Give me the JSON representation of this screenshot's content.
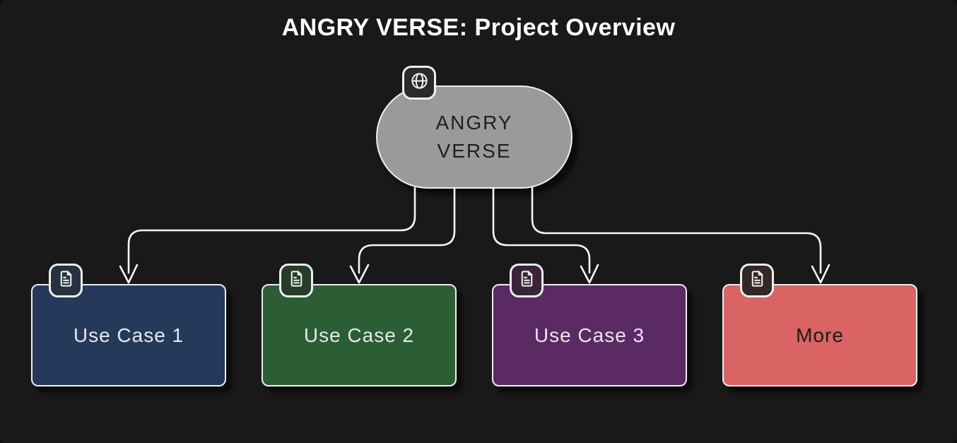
{
  "title": "ANGRY VERSE: Project Overview",
  "root": {
    "label_line1": "ANGRY",
    "label_line2": "VERSE",
    "icon": "globe-icon",
    "fill": "#9a9a9a",
    "text_color": "#1f1f1f",
    "badge_fill": "#2a2a2a"
  },
  "children": [
    {
      "label": "Use Case 1",
      "icon": "file-text-icon",
      "fill": "#253a5b",
      "badge_fill": "#273140",
      "text_color": "#e9e7ea"
    },
    {
      "label": "Use Case 2",
      "icon": "file-text-icon",
      "fill": "#2c5e35",
      "badge_fill": "#253d29",
      "text_color": "#e9e7ea"
    },
    {
      "label": "Use Case 3",
      "icon": "file-text-icon",
      "fill": "#5b2a64",
      "badge_fill": "#3a2439",
      "text_color": "#e9e7ea"
    },
    {
      "label": "More",
      "icon": "file-text-icon",
      "fill": "#da6363",
      "badge_fill": "#342726",
      "text_color": "#1c1c1c"
    }
  ],
  "style": {
    "background": "#191919",
    "connector_color": "#f5f5f5",
    "border_color": "#efefef",
    "title_color": "#ffffff"
  }
}
